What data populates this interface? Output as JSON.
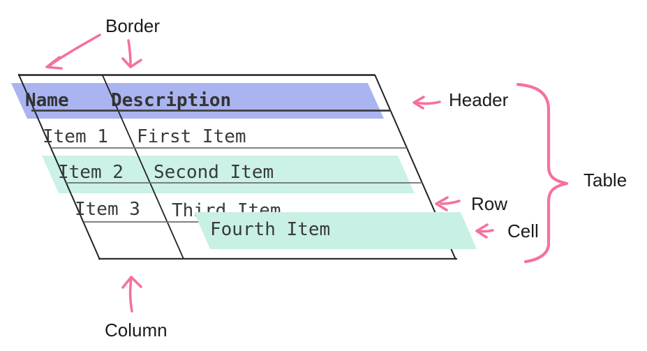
{
  "table": {
    "headers": [
      "Name",
      "Description"
    ],
    "rows": [
      {
        "name": "Item 1",
        "description": "First Item"
      },
      {
        "name": "Item 2",
        "description": "Second Item",
        "row_highlighted": true
      },
      {
        "name": "Item 3",
        "description": "Third Item"
      },
      {
        "name": "",
        "description": "Fourth Item",
        "cell_highlighted": true
      }
    ]
  },
  "annotations": {
    "border_label": "Border",
    "header_label": "Header",
    "table_label": "Table",
    "row_label": "Row",
    "cell_label": "Cell",
    "column_label": "Column"
  },
  "colors": {
    "header_highlight": "#aab4f0",
    "row_highlight": "#cbf1e8",
    "cell_highlight": "#c8f0e5",
    "annotation_pink": "#f4719f",
    "border_line": "#222222",
    "header_underline": "#3f3f3f",
    "row_line": "#6f6f6f",
    "table_text": "#3a3a3a",
    "label_text": "#1b1b1b"
  }
}
